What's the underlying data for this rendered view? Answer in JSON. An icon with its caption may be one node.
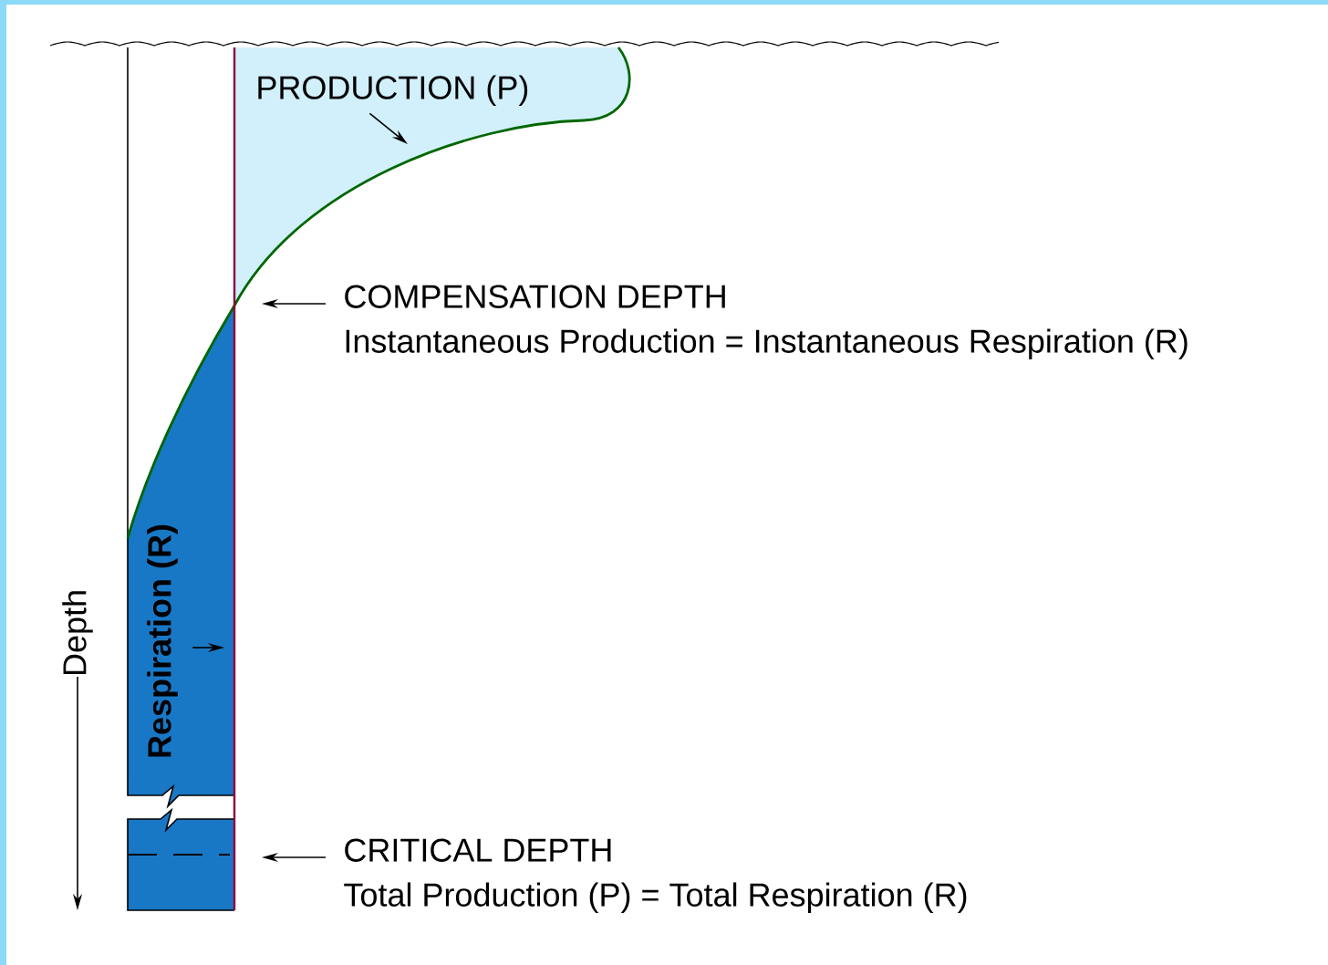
{
  "diagram": {
    "nodes": [
      {
        "text": [],
        "shape": "picture"
      },
      {
        "text": [
          "PRODUCTION (P)"
        ],
        "in": 0
      },
      {
        "text": [
          "COMPENSATION DEPTH",
          "Instantaneous Production = Instantaneous Respiration (R)"
        ]
      },
      {
        "text": [
          "Respiration (R)"
        ],
        "in": 0
      },
      {
        "text": [
          "CRITICAL DEPTH",
          "Total Production (P) = Total Respiration (R)"
        ]
      }
    ],
    "edges": [
      {
        "from": 1,
        "to": 0,
        "arrow": "to"
      },
      {
        "from": 2,
        "to": 0,
        "arrow": "to"
      },
      {
        "from": 3,
        "to": 0,
        "arrow": "to"
      },
      {
        "from": 4,
        "to": 0,
        "arrow": "to"
      }
    ],
    "labels": [
      "Depth"
    ]
  }
}
